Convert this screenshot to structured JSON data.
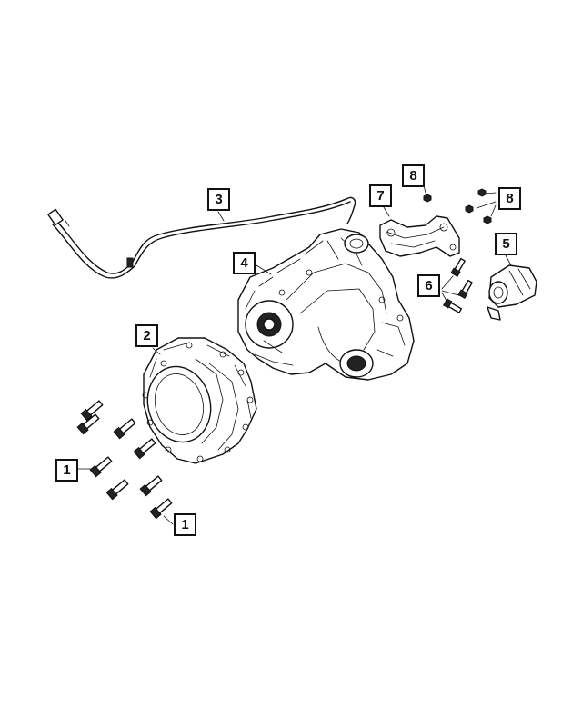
{
  "diagram": {
    "callouts": [
      {
        "id": "c1a",
        "label": "1"
      },
      {
        "id": "c1b",
        "label": "1"
      },
      {
        "id": "c2",
        "label": "2"
      },
      {
        "id": "c3",
        "label": "3"
      },
      {
        "id": "c4",
        "label": "4"
      },
      {
        "id": "c5",
        "label": "5"
      },
      {
        "id": "c6",
        "label": "6"
      },
      {
        "id": "c7",
        "label": "7"
      },
      {
        "id": "c8a",
        "label": "8"
      },
      {
        "id": "c8b",
        "label": "8"
      }
    ],
    "parts": {
      "1": "bolt-icon",
      "2": "adapter-housing-icon",
      "3": "vent-tube-icon",
      "4": "transfer-case-icon",
      "5": "shift-motor-icon",
      "6": "bolt-icon",
      "7": "bracket-icon",
      "8": "nut-icon"
    }
  }
}
